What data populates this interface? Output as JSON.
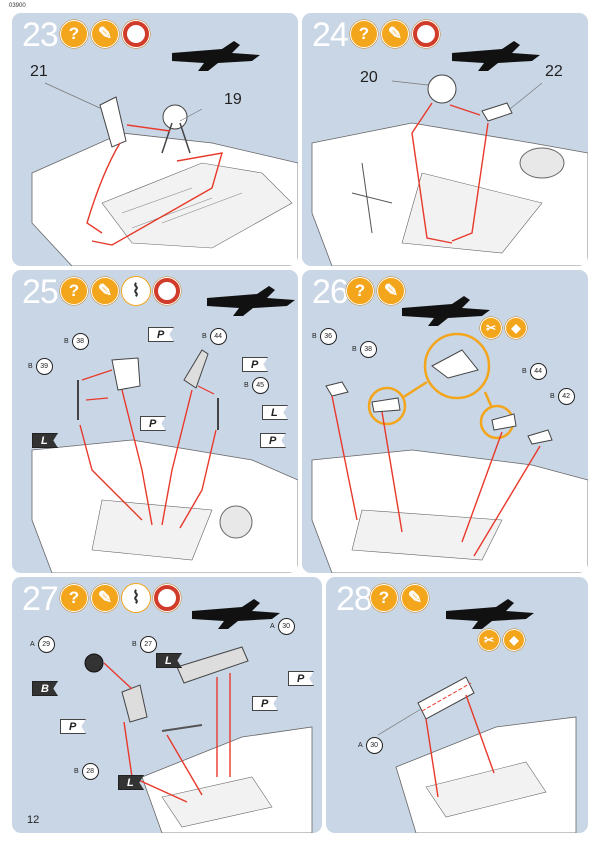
{
  "page": {
    "code": "03900",
    "number": "12"
  },
  "steps": [
    {
      "number": "23",
      "parts": [
        "21",
        "19"
      ]
    },
    {
      "number": "24",
      "parts": [
        "20",
        "22"
      ]
    },
    {
      "number": "25",
      "parts": [
        {
          "sprue": "B",
          "part": "38"
        },
        {
          "sprue": "B",
          "part": "39"
        },
        {
          "sprue": "B",
          "part": "44"
        },
        {
          "sprue": "B",
          "part": "45"
        }
      ],
      "flags": [
        "P",
        "P",
        "L",
        "P",
        "L",
        "P"
      ]
    },
    {
      "number": "26",
      "parts": [
        {
          "sprue": "B",
          "part": "36"
        },
        {
          "sprue": "B",
          "part": "38"
        },
        {
          "sprue": "B",
          "part": "44"
        },
        {
          "sprue": "B",
          "part": "42"
        }
      ]
    },
    {
      "number": "27",
      "parts": [
        {
          "sprue": "A",
          "part": "29"
        },
        {
          "sprue": "B",
          "part": "27"
        },
        {
          "sprue": "A",
          "part": "30"
        },
        {
          "sprue": "B",
          "part": "28"
        }
      ],
      "flags": [
        "B",
        "L",
        "P",
        "P",
        "P",
        "L"
      ]
    },
    {
      "number": "28",
      "parts": [
        {
          "sprue": "A",
          "part": "30"
        }
      ]
    }
  ],
  "icons": {
    "help": "?",
    "colors": {
      "accent": "#f3a51c",
      "panel": "#c9d6e6",
      "arrow": "#e8392b",
      "clock": "#d13b2a"
    }
  }
}
